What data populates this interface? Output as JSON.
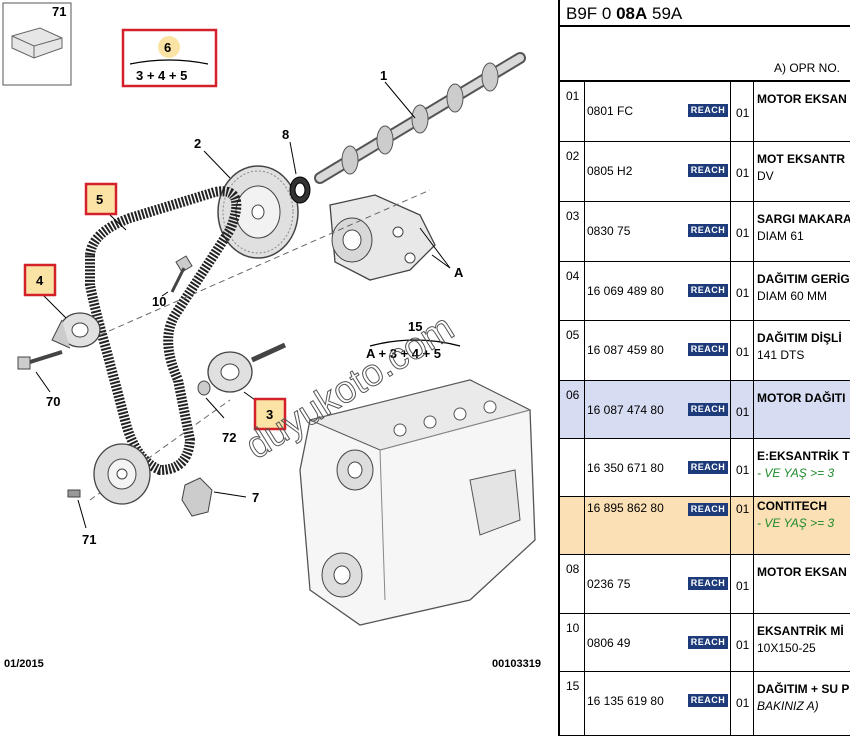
{
  "diagram": {
    "callouts": {
      "c71": "71",
      "c6": "6",
      "c345": "3 + 4 + 5",
      "c1": "1",
      "c2": "2",
      "c8": "8",
      "c5": "5",
      "c4": "4",
      "c10": "10",
      "cA": "A",
      "c15": "15",
      "cA345": "A + 3 + 4 + 5",
      "c70": "70",
      "c72": "72",
      "c3": "3",
      "c7": "7",
      "c71b": "71"
    },
    "footer_date": "01/2015",
    "footer_code": "00103319",
    "watermark": "duyukoto.com",
    "highlight_color": "#d4202a",
    "badge_fill": "#fbe3a6"
  },
  "parts": {
    "reference_prefix": "B9F 0 ",
    "reference_bold": "08A",
    "reference_suffix": " 59A",
    "opr_label": "A) OPR NO.",
    "reach_label": "REACH",
    "rows": [
      {
        "pos": "01",
        "ref": "0801 FC",
        "qty": "01",
        "title": "MOTOR EKSAN",
        "sub": ""
      },
      {
        "pos": "02",
        "ref": "0805 H2",
        "qty": "01",
        "title": "MOT EKSANTR",
        "sub": "DV"
      },
      {
        "pos": "03",
        "ref": "0830 75",
        "qty": "01",
        "title": "SARGI MAKARA",
        "sub": "DIAM 61"
      },
      {
        "pos": "04",
        "ref": "16 069 489 80",
        "qty": "01",
        "title": "DAĞITIM GERİG",
        "sub": "DIAM 60 MM"
      },
      {
        "pos": "05",
        "ref": "16 087 459 80",
        "qty": "01",
        "title": "DAĞITIM DİŞLİ",
        "sub": "141 DTS"
      },
      {
        "pos": "06",
        "ref": "16 087 474 80",
        "qty": "01",
        "title": "MOTOR DAĞITI",
        "sub": ""
      },
      {
        "pos": "",
        "ref": "16 350 671 80",
        "qty": "01",
        "title": "E:EKSANTRİK T",
        "sub": "- VE YAŞ >= 3"
      },
      {
        "pos": "",
        "ref": "16 895 862 80",
        "qty": "01",
        "title": "CONTITECH",
        "sub": "- VE YAŞ >= 3"
      },
      {
        "pos": "08",
        "ref": "0236 75",
        "qty": "01",
        "title": "MOTOR EKSAN",
        "sub": ""
      },
      {
        "pos": "10",
        "ref": "0806 49",
        "qty": "01",
        "title": "EKSANTRİK Mİ",
        "sub": "10X150-25"
      },
      {
        "pos": "15",
        "ref": "16 135 619 80",
        "qty": "01",
        "title": "DAĞITIM + SU P",
        "sub": "BAKINIZ A)"
      }
    ]
  }
}
